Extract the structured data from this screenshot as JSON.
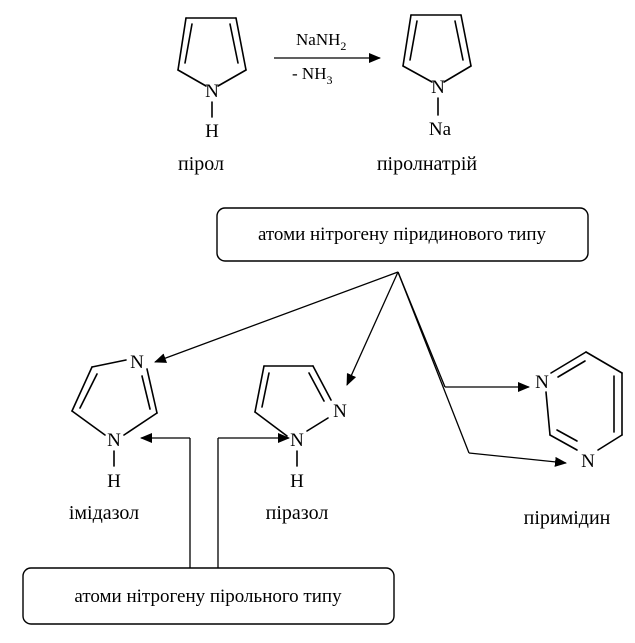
{
  "reaction": {
    "reactant_name": "пірол",
    "product_name": "піролнатрій",
    "reagent": {
      "main": "NaNH",
      "sub": "2"
    },
    "byproduct": {
      "main": "- NH",
      "sub": "3"
    }
  },
  "atoms": {
    "n": "N",
    "h": "H",
    "na": "Na"
  },
  "boxes": {
    "pyridine_type": "атоми нітрогену піридинового типу",
    "pyrrole_type": "атоми нітрогену пірольного типу"
  },
  "compounds": {
    "imidazole": "імідазол",
    "pyrazole": "піразол",
    "pyrimidine": "піримідин"
  }
}
